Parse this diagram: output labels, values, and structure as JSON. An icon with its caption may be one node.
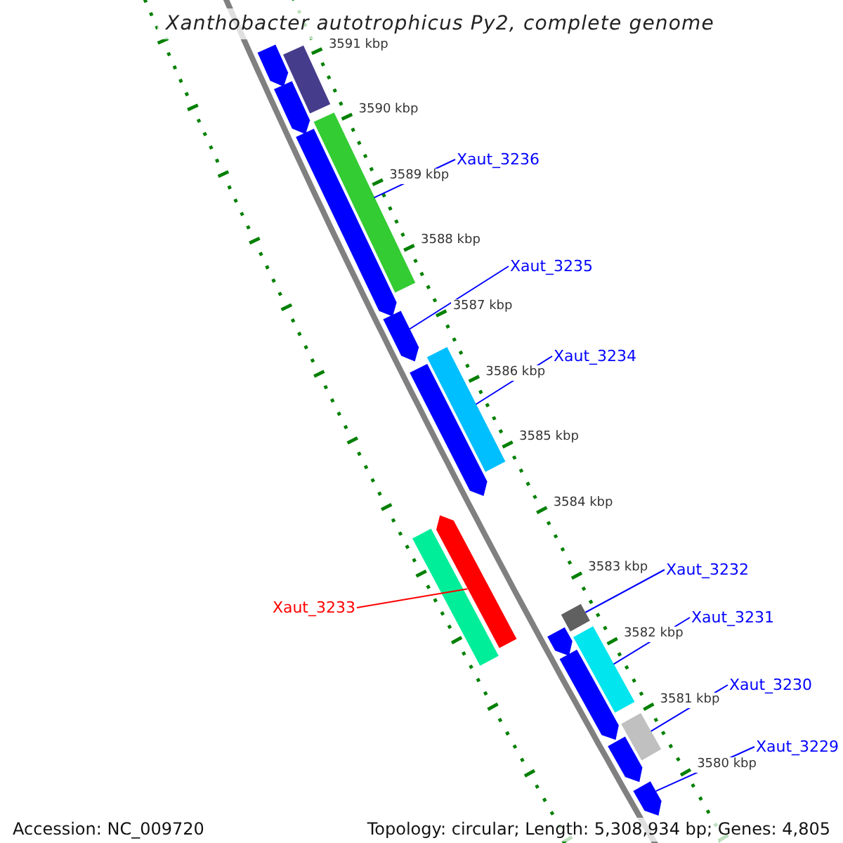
{
  "diagram": {
    "title": "Xanthobacter autotrophicus Py2, complete genome",
    "nodes": [
      {
        "text": [
          "Xaut_3236"
        ]
      },
      {
        "text": [
          "Xaut_3235"
        ]
      },
      {
        "text": [
          "Xaut_3234"
        ]
      },
      {
        "text": [
          "Xaut_3233"
        ]
      },
      {
        "text": [
          "Xaut_3232"
        ]
      },
      {
        "text": [
          "Xaut_3231"
        ]
      },
      {
        "text": [
          "Xaut_3230"
        ]
      },
      {
        "text": [
          "Xaut_3229"
        ]
      },
      {
        "text": [],
        "shape": "bar"
      },
      {
        "text": [],
        "shape": "bar"
      },
      {
        "text": [],
        "shape": "bar"
      },
      {
        "text": [],
        "shape": "bar"
      },
      {
        "text": [],
        "shape": "bar"
      },
      {
        "text": [],
        "shape": "bar"
      },
      {
        "text": [],
        "shape": "bar"
      },
      {
        "text": [],
        "shape": "bar"
      },
      {
        "text": [],
        "shape": "bar"
      },
      {
        "text": [],
        "shape": "bar"
      },
      {
        "text": [],
        "shape": "bar"
      },
      {
        "text": [],
        "shape": "bar"
      },
      {
        "text": [],
        "shape": "bar"
      },
      {
        "text": [],
        "shape": "bar"
      },
      {
        "text": [],
        "shape": "bar"
      },
      {
        "text": [],
        "shape": "bar"
      },
      {
        "text": [],
        "shape": "bar"
      }
    ],
    "edges": [
      {
        "from": 0,
        "to": 11,
        "arrow": "none"
      },
      {
        "from": 1,
        "to": 13,
        "arrow": "none"
      },
      {
        "from": 2,
        "to": 14,
        "arrow": "none"
      },
      {
        "from": 3,
        "to": 17,
        "arrow": "none",
        "color": "#ff0000"
      },
      {
        "from": 4,
        "to": 18,
        "arrow": "none"
      },
      {
        "from": 5,
        "to": 20,
        "arrow": "none"
      },
      {
        "from": 6,
        "to": 22,
        "arrow": "none"
      },
      {
        "from": 7,
        "to": 24,
        "arrow": "none"
      }
    ],
    "labels": [
      "3591 kbp",
      "3590 kbp",
      "3589 kbp",
      "3588 kbp",
      "3587 kbp",
      "3586 kbp",
      "3585 kbp",
      "3584 kbp",
      "3583 kbp",
      "3582 kbp",
      "3581 kbp",
      "3580 kbp",
      "Accession: NC_009720",
      "Topology: circular; Length: 5,308,934 bp; Genes: 4,805"
    ]
  }
}
